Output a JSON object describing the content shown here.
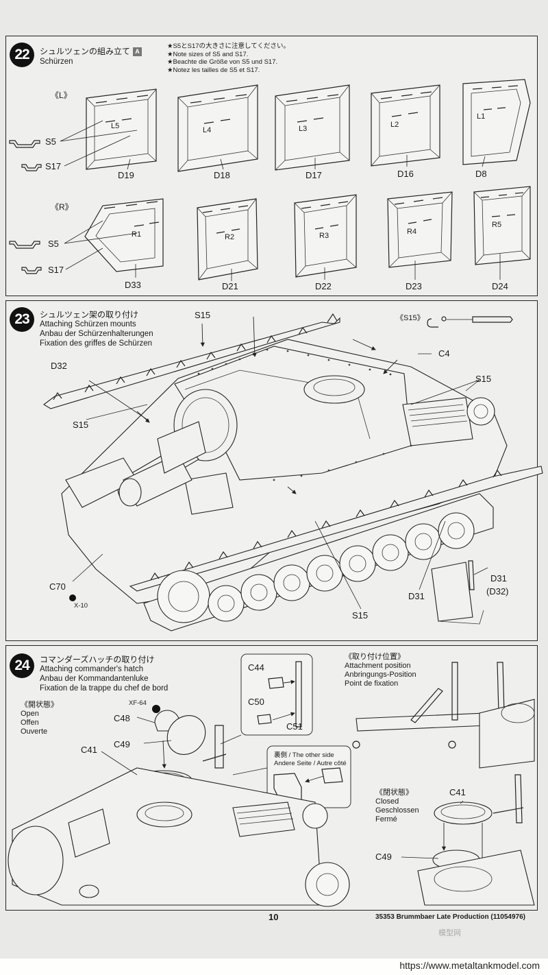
{
  "step22": {
    "number": "22",
    "title_jp": "シュルツェンの組み立て",
    "title_de": "Schürzen",
    "badge": "A",
    "notes": [
      "★S5とS17の大きさに注意してください。",
      "★Note sizes of S5 and S17.",
      "★Beachte die Größe von S5 und S17.",
      "★Notez les tailles de S5 et S17."
    ],
    "side_left": "《L》",
    "side_right": "《R》",
    "parts_left": [
      "S5",
      "S17"
    ],
    "parts_right": [
      "S5",
      "S17"
    ],
    "plates_left": [
      {
        "mark": "L5",
        "part": "D19"
      },
      {
        "mark": "L4",
        "part": "D18"
      },
      {
        "mark": "L3",
        "part": "D17"
      },
      {
        "mark": "L2",
        "part": "D16"
      },
      {
        "mark": "L1",
        "part": "D8"
      }
    ],
    "plates_right": [
      {
        "mark": "R1",
        "part": "D33"
      },
      {
        "mark": "R2",
        "part": "D21"
      },
      {
        "mark": "R3",
        "part": "D22"
      },
      {
        "mark": "R4",
        "part": "D23"
      },
      {
        "mark": "R5",
        "part": "D24"
      }
    ]
  },
  "step23": {
    "number": "23",
    "title_jp": "シュルツェン架の取り付け",
    "title_en": "Attaching Schürzen mounts",
    "title_de": "Anbau der Schürzenhalterungen",
    "title_fr": "Fixation des griffes de Schürzen",
    "inset_label": "《S15》",
    "labels": {
      "s15_top": "S15",
      "c4": "C4",
      "s15_right": "S15",
      "d32": "D32",
      "s15_left": "S15",
      "c70": "C70",
      "x10": "X-10",
      "d31": "D31",
      "s15_bottom": "S15",
      "d31_detail": "D31",
      "d32_detail": "(D32)"
    }
  },
  "step24": {
    "number": "24",
    "title_jp": "コマンダーズハッチの取り付け",
    "title_en": "Attaching commander's hatch",
    "title_de": "Anbau der Kommandantenluke",
    "title_fr": "Fixation de la trappe du chef de bord",
    "open_jp": "《開状態》",
    "open_en": "Open",
    "open_de": "Offen",
    "open_fr": "Ouverte",
    "closed_jp": "《閉状態》",
    "closed_en": "Closed",
    "closed_de": "Geschlossen",
    "closed_fr": "Fermé",
    "attach_jp": "《取り付け位置》",
    "attach_en": "Attachment position",
    "attach_de": "Anbringungs-Position",
    "attach_fr": "Point de fixation",
    "other_side_1": "裏側 / The other side",
    "other_side_2": "Andere Seite / Autre côté",
    "labels": {
      "xf64": "XF-64",
      "c48": "C48",
      "c49": "C49",
      "c41": "C41",
      "c44": "C44",
      "c50": "C50",
      "c51": "C51",
      "c41_closed": "C41",
      "c49_closed": "C49"
    }
  },
  "footer": {
    "page_number": "10",
    "product": "35353  Brummbaer Late Production (11054976)",
    "watermark_url": "https://www.metaltankmodel.com",
    "watermark_cn": "模型网"
  }
}
